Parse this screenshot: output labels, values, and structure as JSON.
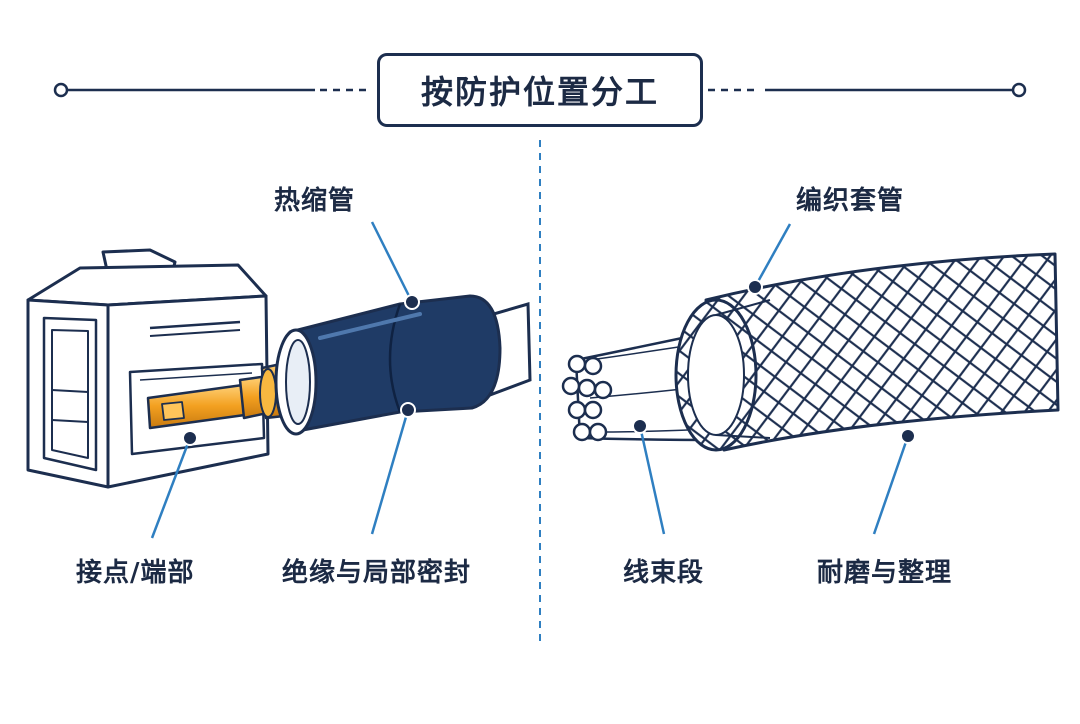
{
  "title": "按防护位置分工",
  "labels": {
    "heat_shrink": "热缩管",
    "braided_sleeve": "编织套管",
    "contact_terminal": "接点/端部",
    "insulation_sealing": "绝缘与局部密封",
    "harness_section": "线束段",
    "abrasion_organizing": "耐磨与整理"
  },
  "colors": {
    "navy": "#1c2e4f",
    "sleeve_blue": "#1f3b66",
    "accent_blue": "#2f7fc1",
    "terminal_orange": "#f3a020"
  }
}
